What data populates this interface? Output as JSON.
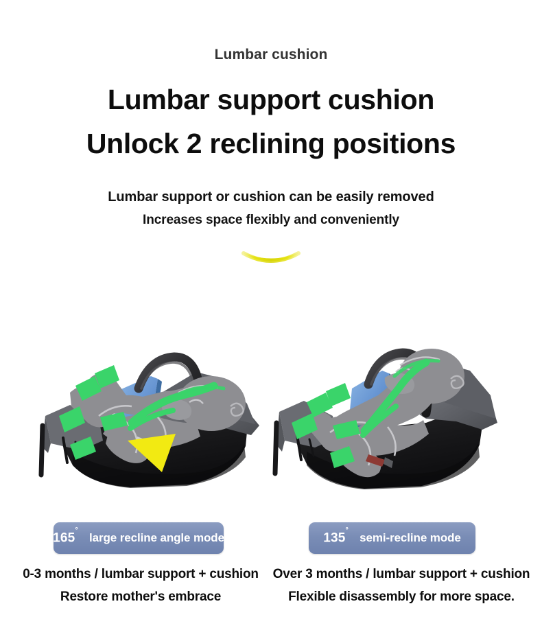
{
  "header": {
    "eyebrow": "Lumbar cushion",
    "headline_1": "Lumbar support cushion",
    "headline_2": "Unlock 2 reclining positions",
    "subline_1": "Lumbar support or cushion can be easily removed",
    "subline_2": "Increases space flexibly and conveniently"
  },
  "divider": {
    "icon": "yellow-smile-arc",
    "color": "#e6e312"
  },
  "colors": {
    "background": "#ffffff",
    "headline": "#0d0d0d",
    "eyebrow": "#333333",
    "badge_gradient_top": "#8b9cc1",
    "badge_gradient_bottom": "#6e82ae",
    "badge_text": "#ffffff",
    "seat_shell_dark": "#1c1c1c",
    "seat_fabric_gray": "#5a5c60",
    "seat_fabric_light": "#6f7176",
    "cushion_blue": "#6f9fd8",
    "cushion_blue_dark": "#4a7cb5",
    "harness_green": "#3ad46a",
    "baby_gray": "#8e8e92",
    "handle_black": "#2a2a2c",
    "highlight_yellow": "#f2ea12"
  },
  "panels": [
    {
      "id": "left-panel",
      "illustration": "car-seat-large-recline-with-lumbar-and-cushion",
      "badge": {
        "angle": "165",
        "degree_symbol": "°",
        "mode": "large recline angle mode"
      },
      "caption_line_1": "0-3 months / lumbar support + cushion",
      "caption_line_2": "Restore mother's embrace"
    },
    {
      "id": "right-panel",
      "illustration": "car-seat-semi-recline-with-lumbar-and-cushion",
      "badge": {
        "angle": "135",
        "degree_symbol": "°",
        "mode": "semi-recline mode"
      },
      "caption_line_1": "Over 3 months / lumbar support + cushion",
      "caption_line_2": "Flexible disassembly for more space."
    }
  ]
}
